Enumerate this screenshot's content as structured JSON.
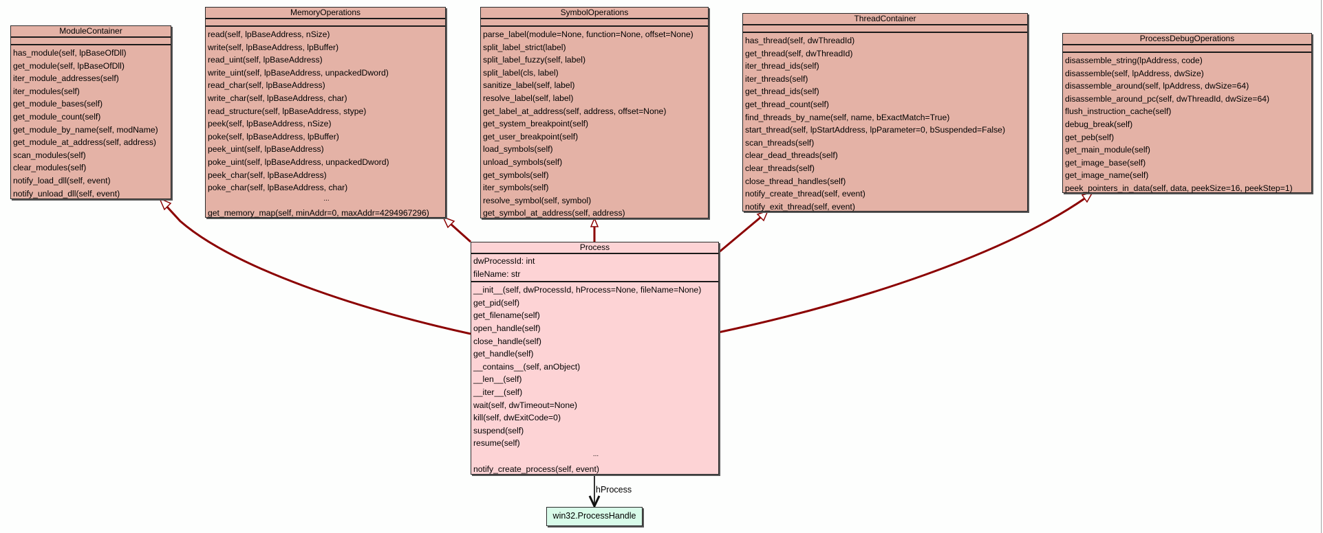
{
  "diagram": {
    "type": "uml-class-diagram",
    "colors": {
      "base_class_fill": "#e4b2a6",
      "main_class_fill": "#fdd3d5",
      "external_class_fill": "#d8fbe9",
      "inheritance_line": "#8b0000",
      "association_line": "#333333",
      "background": "#fdfefd"
    }
  },
  "classes": {
    "module_container": {
      "name": "ModuleContainer",
      "attributes": [],
      "methods": [
        "has_module(self, lpBaseOfDll)",
        "get_module(self, lpBaseOfDll)",
        "iter_module_addresses(self)",
        "iter_modules(self)",
        "get_module_bases(self)",
        "get_module_count(self)",
        "get_module_by_name(self, modName)",
        "get_module_at_address(self, address)",
        "scan_modules(self)",
        "clear_modules(self)",
        "notify_load_dll(self, event)",
        "notify_unload_dll(self, event)"
      ]
    },
    "memory_operations": {
      "name": "MemoryOperations",
      "attributes": [],
      "methods": [
        "read(self, lpBaseAddress, nSize)",
        "write(self, lpBaseAddress, lpBuffer)",
        "read_uint(self, lpBaseAddress)",
        "write_uint(self, lpBaseAddress, unpackedDword)",
        "read_char(self, lpBaseAddress)",
        "write_char(self, lpBaseAddress, char)",
        "read_structure(self, lpBaseAddress, stype)",
        "peek(self, lpBaseAddress, nSize)",
        "poke(self, lpBaseAddress, lpBuffer)",
        "peek_uint(self, lpBaseAddress)",
        "poke_uint(self, lpBaseAddress, unpackedDword)",
        "peek_char(self, lpBaseAddress)",
        "poke_char(self, lpBaseAddress, char)",
        "...",
        "get_memory_map(self, minAddr=0, maxAddr=4294967296)"
      ]
    },
    "symbol_operations": {
      "name": "SymbolOperations",
      "attributes": [],
      "methods": [
        "parse_label(module=None, function=None, offset=None)",
        "split_label_strict(label)",
        "split_label_fuzzy(self, label)",
        "split_label(cls, label)",
        "sanitize_label(self, label)",
        "resolve_label(self, label)",
        "get_label_at_address(self, address, offset=None)",
        "get_system_breakpoint(self)",
        "get_user_breakpoint(self)",
        "load_symbols(self)",
        "unload_symbols(self)",
        "get_symbols(self)",
        "iter_symbols(self)",
        "resolve_symbol(self, symbol)",
        "get_symbol_at_address(self, address)"
      ]
    },
    "thread_container": {
      "name": "ThreadContainer",
      "attributes": [],
      "methods": [
        "has_thread(self, dwThreadId)",
        "get_thread(self, dwThreadId)",
        "iter_thread_ids(self)",
        "iter_threads(self)",
        "get_thread_ids(self)",
        "get_thread_count(self)",
        "find_threads_by_name(self, name, bExactMatch=True)",
        "start_thread(self, lpStartAddress, lpParameter=0, bSuspended=False)",
        "scan_threads(self)",
        "clear_dead_threads(self)",
        "clear_threads(self)",
        "close_thread_handles(self)",
        "notify_create_thread(self, event)",
        "notify_exit_thread(self, event)"
      ]
    },
    "process_debug_operations": {
      "name": "ProcessDebugOperations",
      "attributes": [],
      "methods": [
        "disassemble_string(lpAddress, code)",
        "disassemble(self, lpAddress, dwSize)",
        "disassemble_around(self, lpAddress, dwSize=64)",
        "disassemble_around_pc(self, dwThreadId, dwSize=64)",
        "flush_instruction_cache(self)",
        "debug_break(self)",
        "get_peb(self)",
        "get_main_module(self)",
        "get_image_base(self)",
        "get_image_name(self)",
        "peek_pointers_in_data(self, data, peekSize=16, peekStep=1)"
      ]
    },
    "process": {
      "name": "Process",
      "attributes": [
        "dwProcessId: int",
        "fileName: str"
      ],
      "methods": [
        "__init__(self, dwProcessId, hProcess=None, fileName=None)",
        "get_pid(self)",
        "get_filename(self)",
        "open_handle(self)",
        "close_handle(self)",
        "get_handle(self)",
        "__contains__(self, anObject)",
        "__len__(self)",
        "__iter__(self)",
        "wait(self, dwTimeout=None)",
        "kill(self, dwExitCode=0)",
        "suspend(self)",
        "resume(self)",
        "...",
        "notify_create_process(self, event)"
      ]
    },
    "process_handle": {
      "name": "win32.ProcessHandle"
    }
  },
  "relations": [
    {
      "type": "inheritance",
      "from": "Process",
      "to": "ModuleContainer"
    },
    {
      "type": "inheritance",
      "from": "Process",
      "to": "MemoryOperations"
    },
    {
      "type": "inheritance",
      "from": "Process",
      "to": "SymbolOperations"
    },
    {
      "type": "inheritance",
      "from": "Process",
      "to": "ThreadContainer"
    },
    {
      "type": "inheritance",
      "from": "Process",
      "to": "ProcessDebugOperations"
    },
    {
      "type": "association",
      "from": "Process",
      "to": "win32.ProcessHandle",
      "label": "hProcess"
    }
  ]
}
